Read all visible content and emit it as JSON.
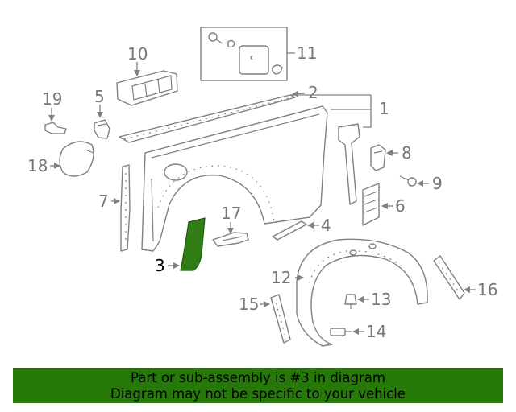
{
  "callouts": {
    "c1": "1",
    "c2": "2",
    "c3": "3",
    "c4": "4",
    "c5": "5",
    "c6": "6",
    "c7": "7",
    "c8": "8",
    "c9": "9",
    "c10": "10",
    "c11": "11",
    "c12": "12",
    "c13": "13",
    "c14": "14",
    "c15": "15",
    "c16": "16",
    "c17": "17",
    "c18": "18",
    "c19": "19"
  },
  "highlight": {
    "part_number": "3",
    "color": "#2f7d14"
  },
  "banner": {
    "line1": "Part or sub-assembly is #3 in diagram",
    "line2": "Diagram may not be specific to your vehicle",
    "background": "#267808"
  }
}
